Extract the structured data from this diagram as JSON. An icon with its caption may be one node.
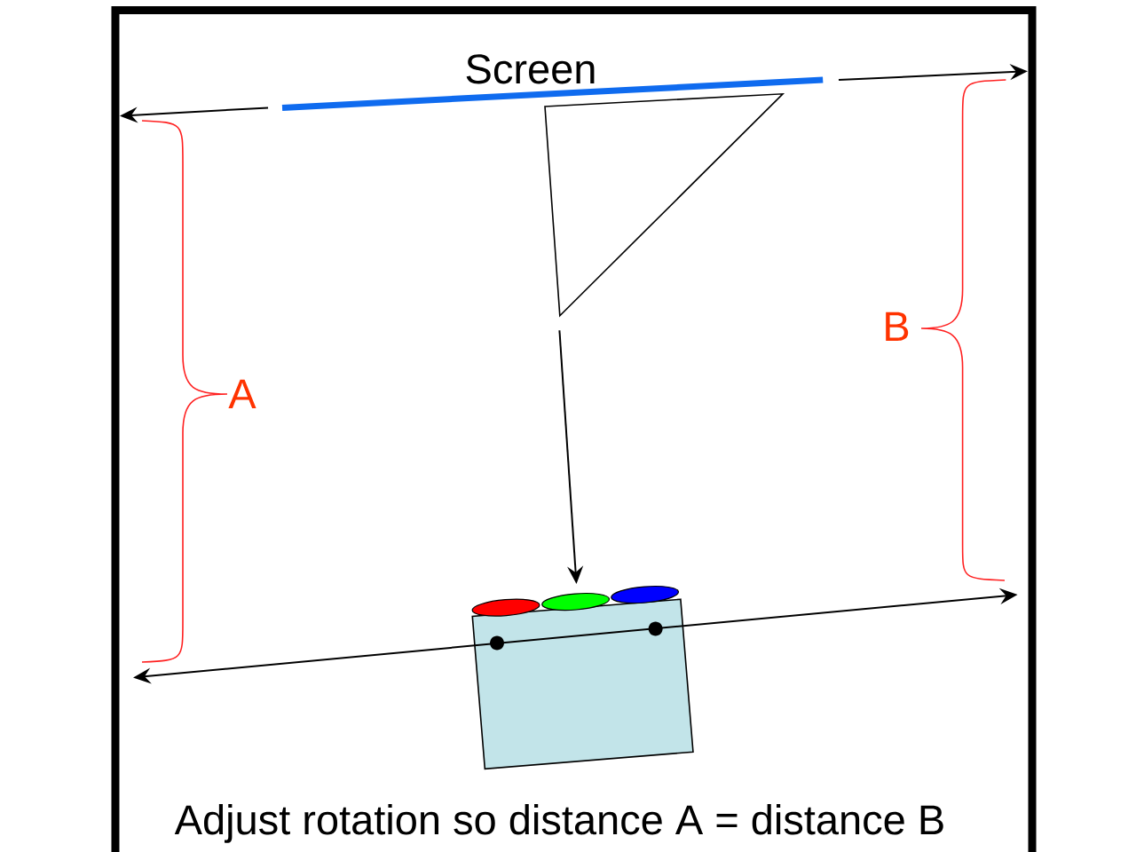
{
  "diagram": {
    "caption": "Adjust rotation so distance A = distance B",
    "nodes": [
      {
        "text": [],
        "shape": "triangle"
      },
      {
        "text": [],
        "shape": "box"
      }
    ],
    "edges": [
      {
        "from": 0,
        "to": 1,
        "arrow": "to"
      }
    ],
    "labels": [
      "Screen",
      "B",
      "A"
    ]
  }
}
